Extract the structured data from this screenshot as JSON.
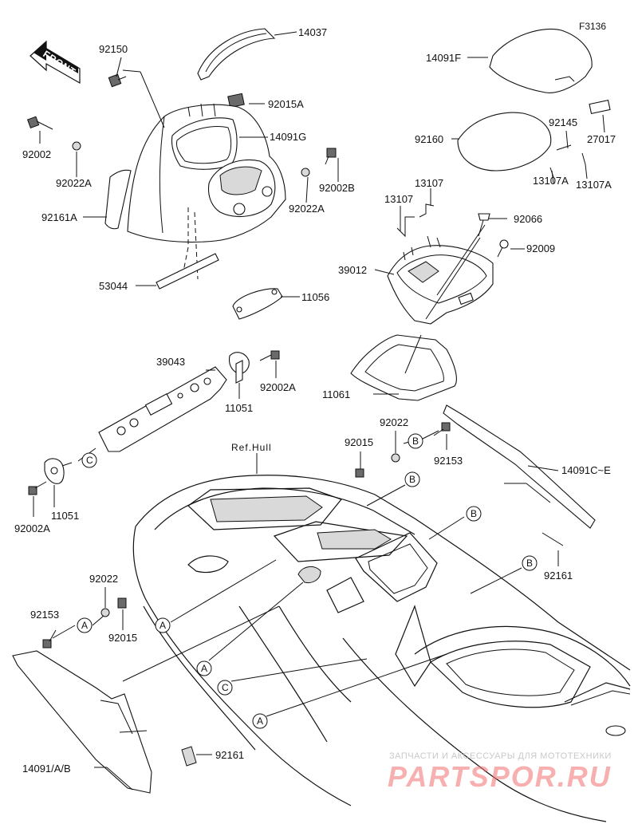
{
  "drawing_code": "F3136",
  "front_arrow_text": "FRONT",
  "reference_label": "Ref.Hull",
  "parts": [
    {
      "id": "p14037",
      "text": "14037"
    },
    {
      "id": "p92150",
      "text": "92150"
    },
    {
      "id": "p92015A",
      "text": "92015A"
    },
    {
      "id": "p14091G",
      "text": "14091G"
    },
    {
      "id": "p92002",
      "text": "92002"
    },
    {
      "id": "p92022A_l",
      "text": "92022A"
    },
    {
      "id": "p92002B",
      "text": "92002B"
    },
    {
      "id": "p92022A_r",
      "text": "92022A"
    },
    {
      "id": "p92161A",
      "text": "92161A"
    },
    {
      "id": "p53044",
      "text": "53044"
    },
    {
      "id": "p11056",
      "text": "11056"
    },
    {
      "id": "p14091F",
      "text": "14091F"
    },
    {
      "id": "p92145",
      "text": "92145"
    },
    {
      "id": "p27017",
      "text": "27017"
    },
    {
      "id": "p92160",
      "text": "92160"
    },
    {
      "id": "p13107_a",
      "text": "13107"
    },
    {
      "id": "p13107_b",
      "text": "13107"
    },
    {
      "id": "p13107A_l",
      "text": "13107A"
    },
    {
      "id": "p13107A_r",
      "text": "13107A"
    },
    {
      "id": "p92066",
      "text": "92066"
    },
    {
      "id": "p92009",
      "text": "92009"
    },
    {
      "id": "p39012",
      "text": "39012"
    },
    {
      "id": "p11061",
      "text": "11061"
    },
    {
      "id": "p39043",
      "text": "39043"
    },
    {
      "id": "p92002A_top",
      "text": "92002A"
    },
    {
      "id": "p11051_top",
      "text": "11051"
    },
    {
      "id": "p92022_mid",
      "text": "92022"
    },
    {
      "id": "p92015_mid",
      "text": "92015"
    },
    {
      "id": "p92153_mid",
      "text": "92153"
    },
    {
      "id": "p14091CE",
      "text": "14091C~E"
    },
    {
      "id": "p92002A_low",
      "text": "92002A"
    },
    {
      "id": "p11051_low",
      "text": "11051"
    },
    {
      "id": "p92161_r",
      "text": "92161"
    },
    {
      "id": "p92022_low",
      "text": "92022"
    },
    {
      "id": "p92153_low",
      "text": "92153"
    },
    {
      "id": "p92015_low",
      "text": "92015"
    },
    {
      "id": "p92161_l",
      "text": "92161"
    },
    {
      "id": "p14091AB",
      "text": "14091/A/B"
    }
  ],
  "callouts": [
    {
      "id": "c1",
      "letter": "C"
    },
    {
      "id": "c2",
      "letter": "B"
    },
    {
      "id": "c3",
      "letter": "B"
    },
    {
      "id": "c4",
      "letter": "B"
    },
    {
      "id": "c5",
      "letter": "B"
    },
    {
      "id": "c6",
      "letter": "A"
    },
    {
      "id": "c7",
      "letter": "A"
    },
    {
      "id": "c8",
      "letter": "A"
    },
    {
      "id": "c9",
      "letter": "C"
    },
    {
      "id": "c10",
      "letter": "A"
    }
  ],
  "watermark": {
    "caption": "ЗАПЧАСТИ И АКСЕССУАРЫ ДЛЯ МОТОТЕХНИКИ",
    "brand": "PARTSPOR.RU"
  }
}
